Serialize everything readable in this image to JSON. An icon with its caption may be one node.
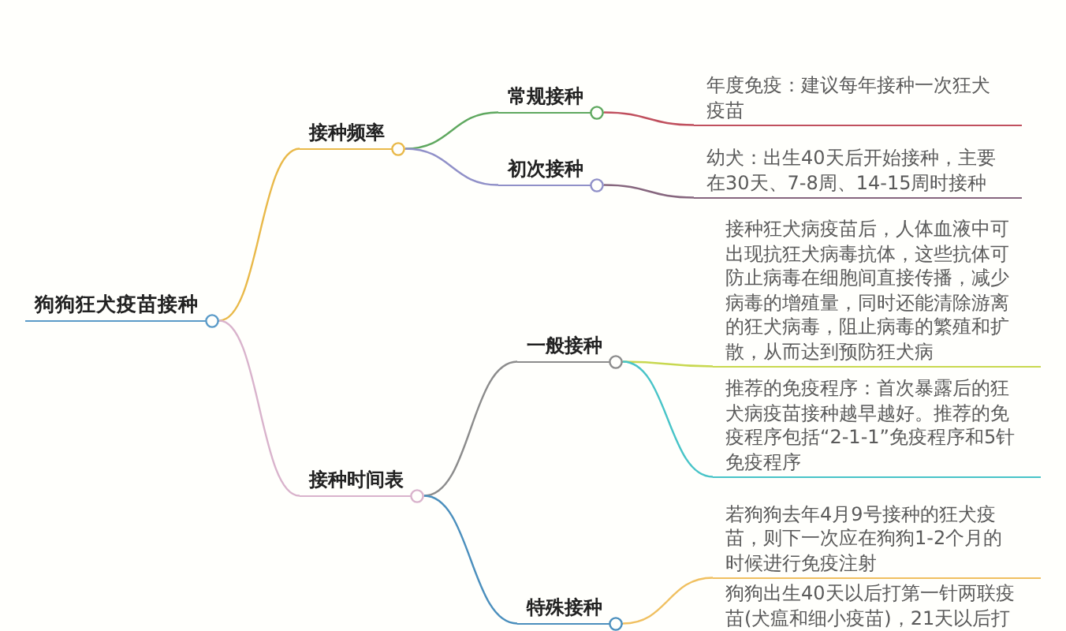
{
  "diagram": {
    "nodes": [
      {
        "text": [
          "狗狗狂犬疫苗接种"
        ]
      },
      {
        "text": [
          "接种频率"
        ]
      },
      {
        "text": [
          "常规接种"
        ]
      },
      {
        "text": [
          "年度免疫：建议每年接种一次狂犬疫苗"
        ]
      },
      {
        "text": [
          "初次接种"
        ]
      },
      {
        "text": [
          "幼犬：出生40天后开始接种，主要在30天、7-8周、14-15周时接种"
        ]
      },
      {
        "text": [
          "接种时间表"
        ]
      },
      {
        "text": [
          "一般接种"
        ]
      },
      {
        "text": [
          "接种狂犬病疫苗后，人体血液中可出现抗狂犬病毒抗体，这些抗体可防止病毒在细胞间直接传播，减少病毒的增殖量，同时还能清除游离的狂犬病毒，阻止病毒的繁殖和扩散，从而达到预防狂犬病"
        ]
      },
      {
        "text": [
          "推荐的免疫程序：首次暴露后的狂犬病疫苗接种越早越好。推荐的免疫程序包括“2-1-1”免疫程序和5针免疫程序"
        ]
      },
      {
        "text": [
          "特殊接种"
        ]
      },
      {
        "text": [
          "若狗狗去年4月9号接种的狂犬疫苗，则下一次应在狗狗1-2个月的时候进行免疫注射"
        ]
      }
    ],
    "edges": [
      {
        "from": 0,
        "to": 1,
        "arrow": "none",
        "color": "#e9b949"
      },
      {
        "from": 0,
        "to": 6,
        "arrow": "none",
        "color": "#d9b3cc"
      },
      {
        "from": 1,
        "to": 2,
        "arrow": "none",
        "color": "#5fa85f"
      },
      {
        "from": 1,
        "to": 4,
        "arrow": "none",
        "color": "#9090c8"
      },
      {
        "from": 2,
        "to": 3,
        "arrow": "none",
        "color": "#c0505e"
      },
      {
        "from": 4,
        "to": 5,
        "arrow": "none",
        "color": "#86667e"
      },
      {
        "from": 6,
        "to": 7,
        "arrow": "none",
        "color": "#8c8c8c"
      },
      {
        "from": 6,
        "to": 10,
        "arrow": "none",
        "color": "#4b8fbd"
      },
      {
        "from": 7,
        "to": 8,
        "arrow": "none",
        "color": "#c8d850"
      },
      {
        "from": 7,
        "to": 9,
        "arrow": "none",
        "color": "#48c4c8"
      },
      {
        "from": 10,
        "to": 11,
        "arrow": "none",
        "color": "#f0c060"
      }
    ],
    "labels": [
      "狗狗出生40天以后打第一针两联疫苗(犬瘟和细小疫苗)，21天以后打"
    ]
  }
}
